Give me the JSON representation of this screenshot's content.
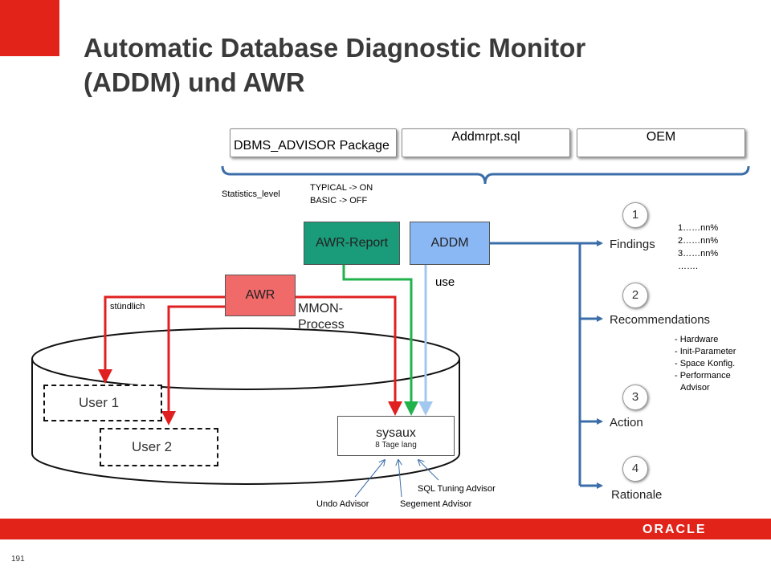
{
  "title_line1": "Automatic Database Diagnostic Monitor",
  "title_line2": "(ADDM) und AWR",
  "tools": {
    "dbms": "DBMS_ADVISOR Package",
    "addmrpt": "Addmrpt.sql",
    "oem": "OEM"
  },
  "stats": {
    "label": "Statistics_level",
    "typical": "TYPICAL -> ON",
    "basic": "BASIC -> OFF"
  },
  "boxes": {
    "awr_report": "AWR-Report",
    "addm": "ADDM",
    "awr": "AWR",
    "sysaux": "sysaux",
    "sysaux_sub": "8 Tage lang"
  },
  "labels": {
    "use": "use",
    "stundlich": "stündlich",
    "mmon_1": "MMON-",
    "mmon_2": "Process"
  },
  "users": {
    "user1": "User 1",
    "user2": "User 2"
  },
  "advisors": {
    "sql_tuning": "SQL Tuning Advisor",
    "undo": "Undo Advisor",
    "segment": "Segement Advisor"
  },
  "steps": [
    {
      "num": "1",
      "label": "Findings"
    },
    {
      "num": "2",
      "label": "Recommendations"
    },
    {
      "num": "3",
      "label": "Action"
    },
    {
      "num": "4",
      "label": "Rationale"
    }
  ],
  "findings_list": [
    "1……nn%",
    "2……nn%",
    "3……nn%",
    "……."
  ],
  "recommendations_list": [
    "- Hardware",
    "- Init-Parameter",
    "- Space Konfig.",
    "- Performance",
    "Advisor"
  ],
  "footer": {
    "logo": "ORACLE",
    "page": "191"
  },
  "colors": {
    "brand_red": "#e2231a",
    "awr_report_green": "#1a9b7a",
    "addm_blue": "#8ab8f5",
    "awr_red": "#f06a6a",
    "flow_red": "#e02020",
    "flow_green": "#22b24c",
    "flow_blue": "#a3c8f0"
  },
  "icons": [
    "bracket-shape",
    "arrow-icon",
    "cylinder-shape"
  ]
}
